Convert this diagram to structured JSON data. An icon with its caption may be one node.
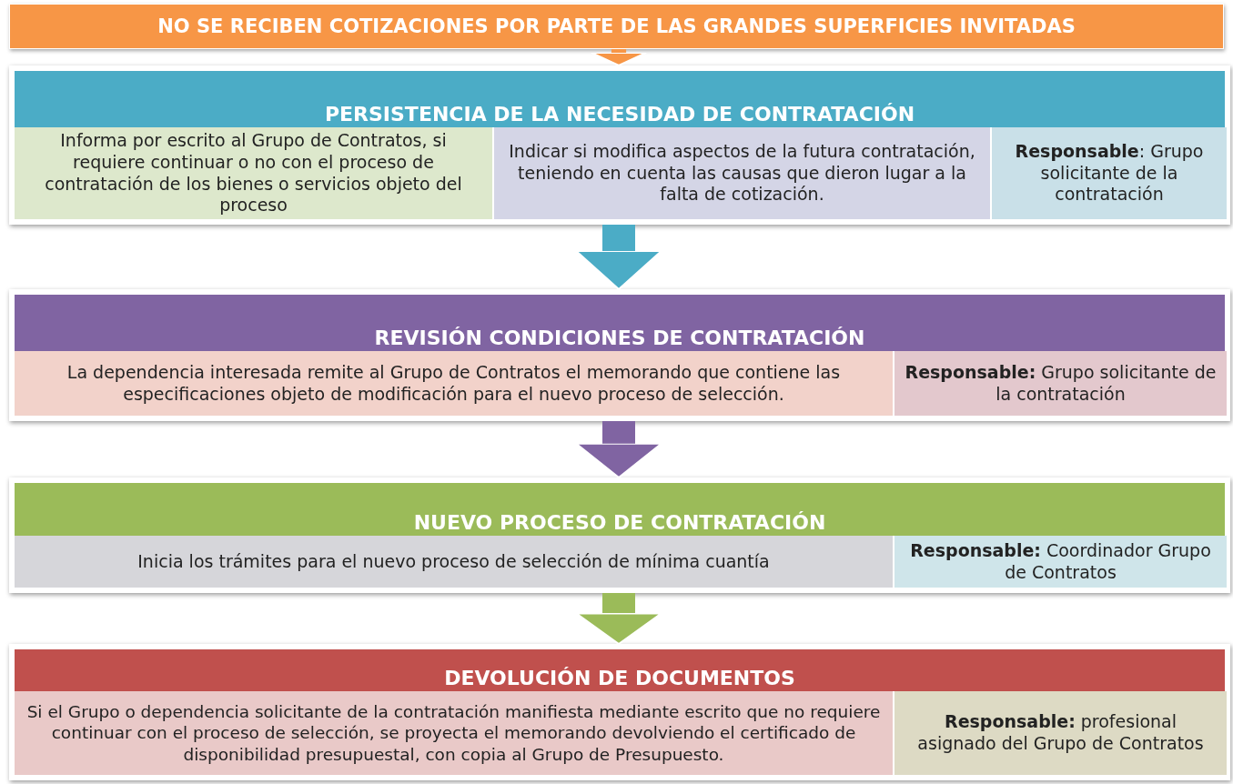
{
  "diagram": {
    "nodes": [
      {
        "text": [
          "NO SE RECIBEN COTIZACIONES POR PARTE DE LAS GRANDES SUPERFICIES INVITADAS"
        ]
      },
      {
        "text": [
          "PERSISTENCIA DE LA NECESIDAD DE CONTRATACIÓN"
        ]
      },
      {
        "text": [
          "Informa por escrito al Grupo de Contratos, si requiere continuar o no con el proceso de contratación de los bienes o servicios objeto del proceso"
        ],
        "in": 1
      },
      {
        "text": [
          "Indicar si modifica aspectos de la futura contratación, teniendo en cuenta las causas que dieron lugar a la falta de cotización."
        ],
        "in": 1
      },
      {
        "text": [
          "**Responsable**: Grupo solicitante de la contratación"
        ],
        "in": 1
      },
      {
        "text": [
          "REVISIÓN CONDICIONES DE CONTRATACIÓN"
        ]
      },
      {
        "text": [
          "La dependencia interesada remite al Grupo de Contratos el memorando que contiene las especificaciones objeto de modificación para el nuevo proceso de selección."
        ],
        "in": 5
      },
      {
        "text": [
          "**Responsable:** Grupo solicitante de la contratación"
        ],
        "in": 5
      },
      {
        "text": [
          "NUEVO PROCESO DE CONTRATACIÓN"
        ]
      },
      {
        "text": [
          "Inicia los trámites para el nuevo proceso de selección de mínima cuantía"
        ],
        "in": 8
      },
      {
        "text": [
          "**Responsable:** Coordinador Grupo de Contratos"
        ],
        "in": 8
      },
      {
        "text": [
          "DEVOLUCIÓN DE DOCUMENTOS"
        ]
      },
      {
        "text": [
          "Si el Grupo o dependencia solicitante de la contratación manifiesta mediante escrito que no requiere continuar con el proceso de selección, se proyecta el memorando devolviendo el certificado de disponibilidad presupuestal, con copia al Grupo de Presupuesto."
        ],
        "in": 11
      },
      {
        "text": [
          "**Responsable:** profesional asignado del Grupo de Contratos"
        ],
        "in": 11
      }
    ],
    "edges": [
      {
        "from": 0,
        "to": 1,
        "arrow": "to",
        "color": "#f79646"
      },
      {
        "from": 1,
        "to": 5,
        "arrow": "to",
        "color": "#4bacc6"
      },
      {
        "from": 5,
        "to": 8,
        "arrow": "to",
        "color": "#8064a2"
      },
      {
        "from": 8,
        "to": 11,
        "arrow": "to",
        "color": "#9bbb59"
      }
    ]
  }
}
